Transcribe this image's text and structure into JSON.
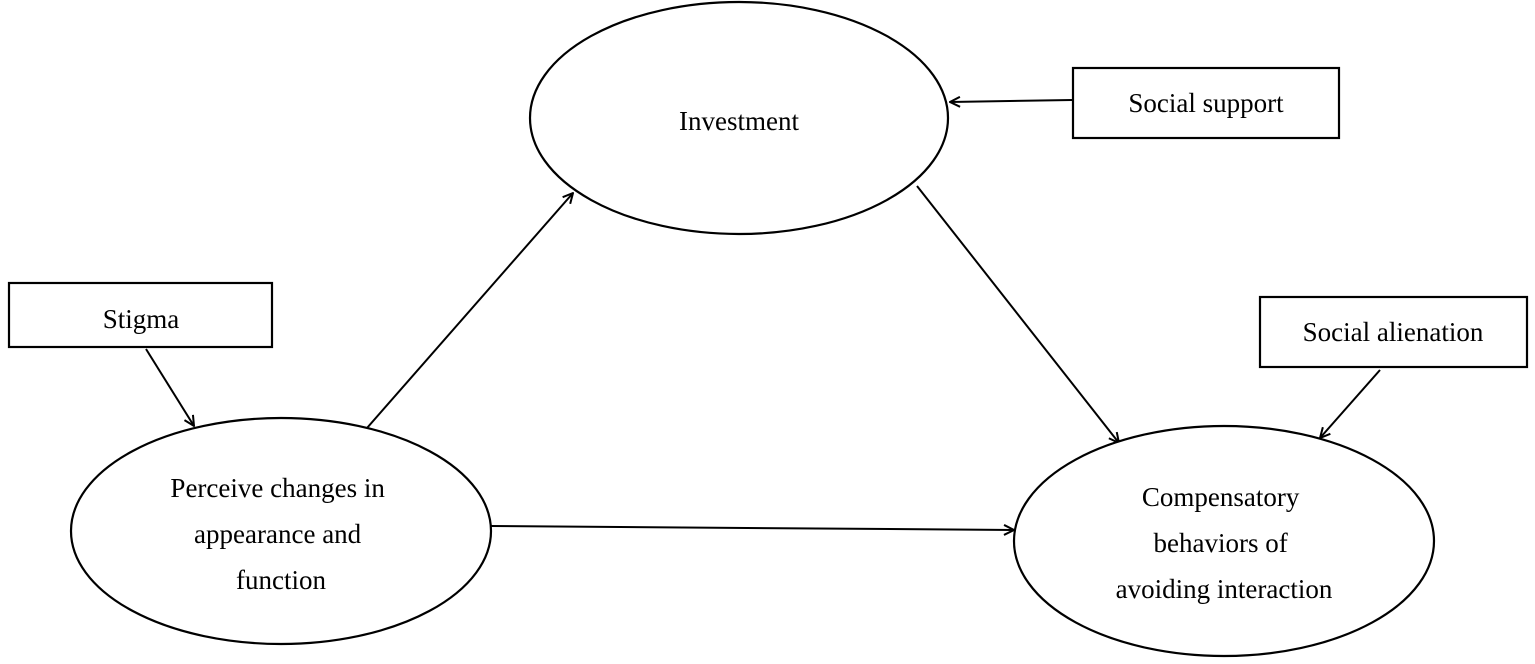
{
  "nodes": {
    "investment": {
      "lines": [
        "Investment"
      ]
    },
    "social_support": {
      "lines": [
        "Social support"
      ]
    },
    "stigma": {
      "lines": [
        "Stigma"
      ]
    },
    "perceive_changes": {
      "lines": [
        "Perceive changes in",
        "appearance and",
        "function"
      ]
    },
    "compensatory": {
      "lines": [
        "Compensatory",
        "behaviors of",
        "avoiding interaction"
      ]
    },
    "social_alienation": {
      "lines": [
        "Social alienation"
      ]
    }
  },
  "edges": [
    {
      "from": "social_support",
      "to": "investment"
    },
    {
      "from": "stigma",
      "to": "perceive_changes"
    },
    {
      "from": "perceive_changes",
      "to": "investment"
    },
    {
      "from": "investment",
      "to": "compensatory"
    },
    {
      "from": "perceive_changes",
      "to": "compensatory"
    },
    {
      "from": "social_alienation",
      "to": "compensatory"
    }
  ],
  "colors": {
    "stroke": "#000000",
    "background": "#ffffff"
  }
}
